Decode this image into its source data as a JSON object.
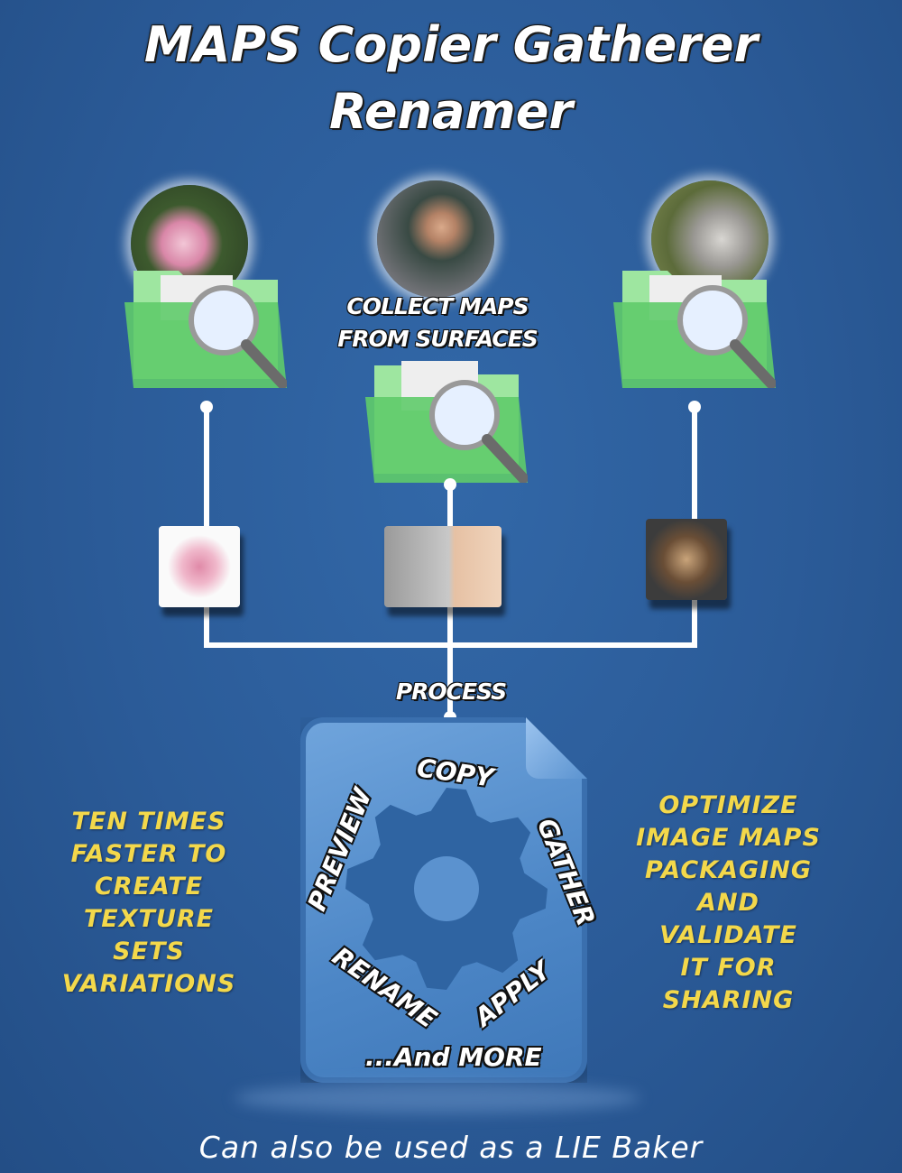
{
  "title_line1": "MAPS Copier Gatherer",
  "title_line2": "Renamer",
  "collect_label_1": "COLLECT MAPS",
  "collect_label_2": "FROM SURFACES",
  "process_label": "PROCESS",
  "gear_labels": {
    "copy": "COPY",
    "gather": "GATHER",
    "apply": "APPLY",
    "rename": "RENAME",
    "preview": "PREVIEW",
    "more": "...And MORE"
  },
  "left_text": [
    "TEN TIMES",
    "FASTER TO",
    "CREATE",
    "TEXTURE",
    "SETS",
    "VARIATIONS"
  ],
  "right_text": [
    "OPTIMIZE",
    "IMAGE MAPS",
    "PACKAGING",
    "AND",
    "VALIDATE",
    "IT FOR",
    "SHARING"
  ],
  "footer": "Can also be used as a LIE Baker",
  "colors": {
    "accent_yellow": "#f3d84b",
    "background": "#2b5b98",
    "gear": "#2f64a2"
  }
}
